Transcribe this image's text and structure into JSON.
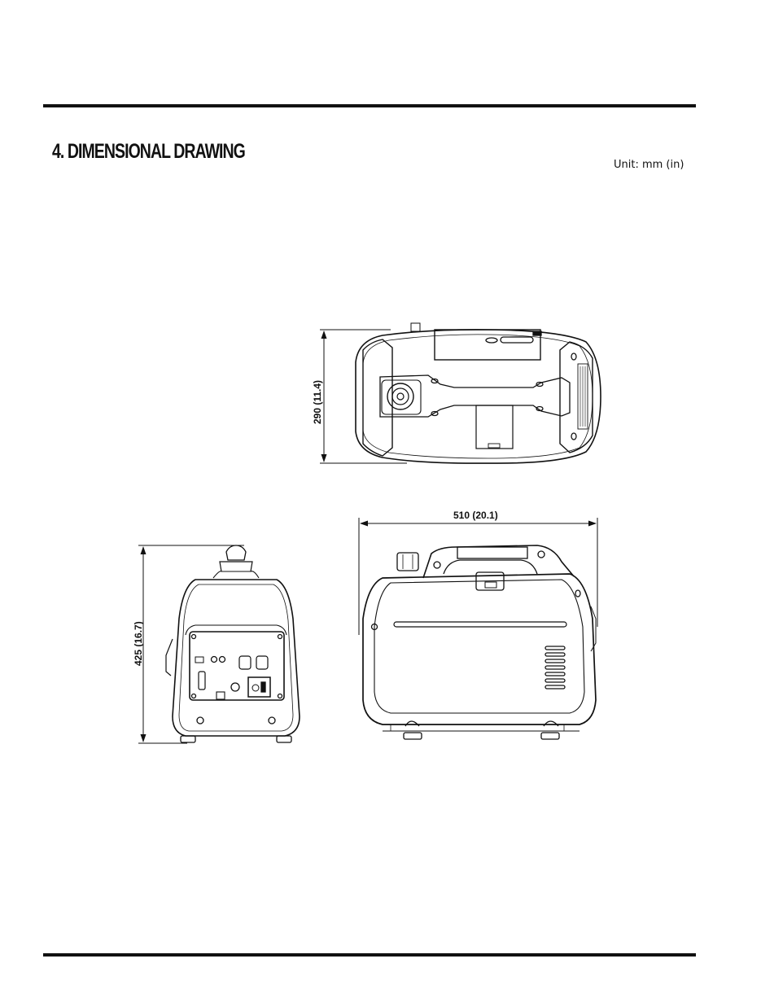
{
  "section": {
    "number": "4.",
    "title": "4. DIMENSIONAL DRAWING",
    "unit_label": "Unit: mm (in)"
  },
  "views": [
    {
      "name": "top-view",
      "dimension_label": "290 (11.4)",
      "dimension": "height",
      "value_mm": 290,
      "value_in": 11.4
    },
    {
      "name": "front-view",
      "dimension_label": "425 (16.7)",
      "dimension": "height",
      "value_mm": 425,
      "value_in": 16.7
    },
    {
      "name": "side-view",
      "dimension_label": "510 (20.1)",
      "dimension": "width",
      "value_mm": 510,
      "value_in": 20.1
    }
  ],
  "colors": {
    "ink": "#111111",
    "paper": "#ffffff"
  }
}
